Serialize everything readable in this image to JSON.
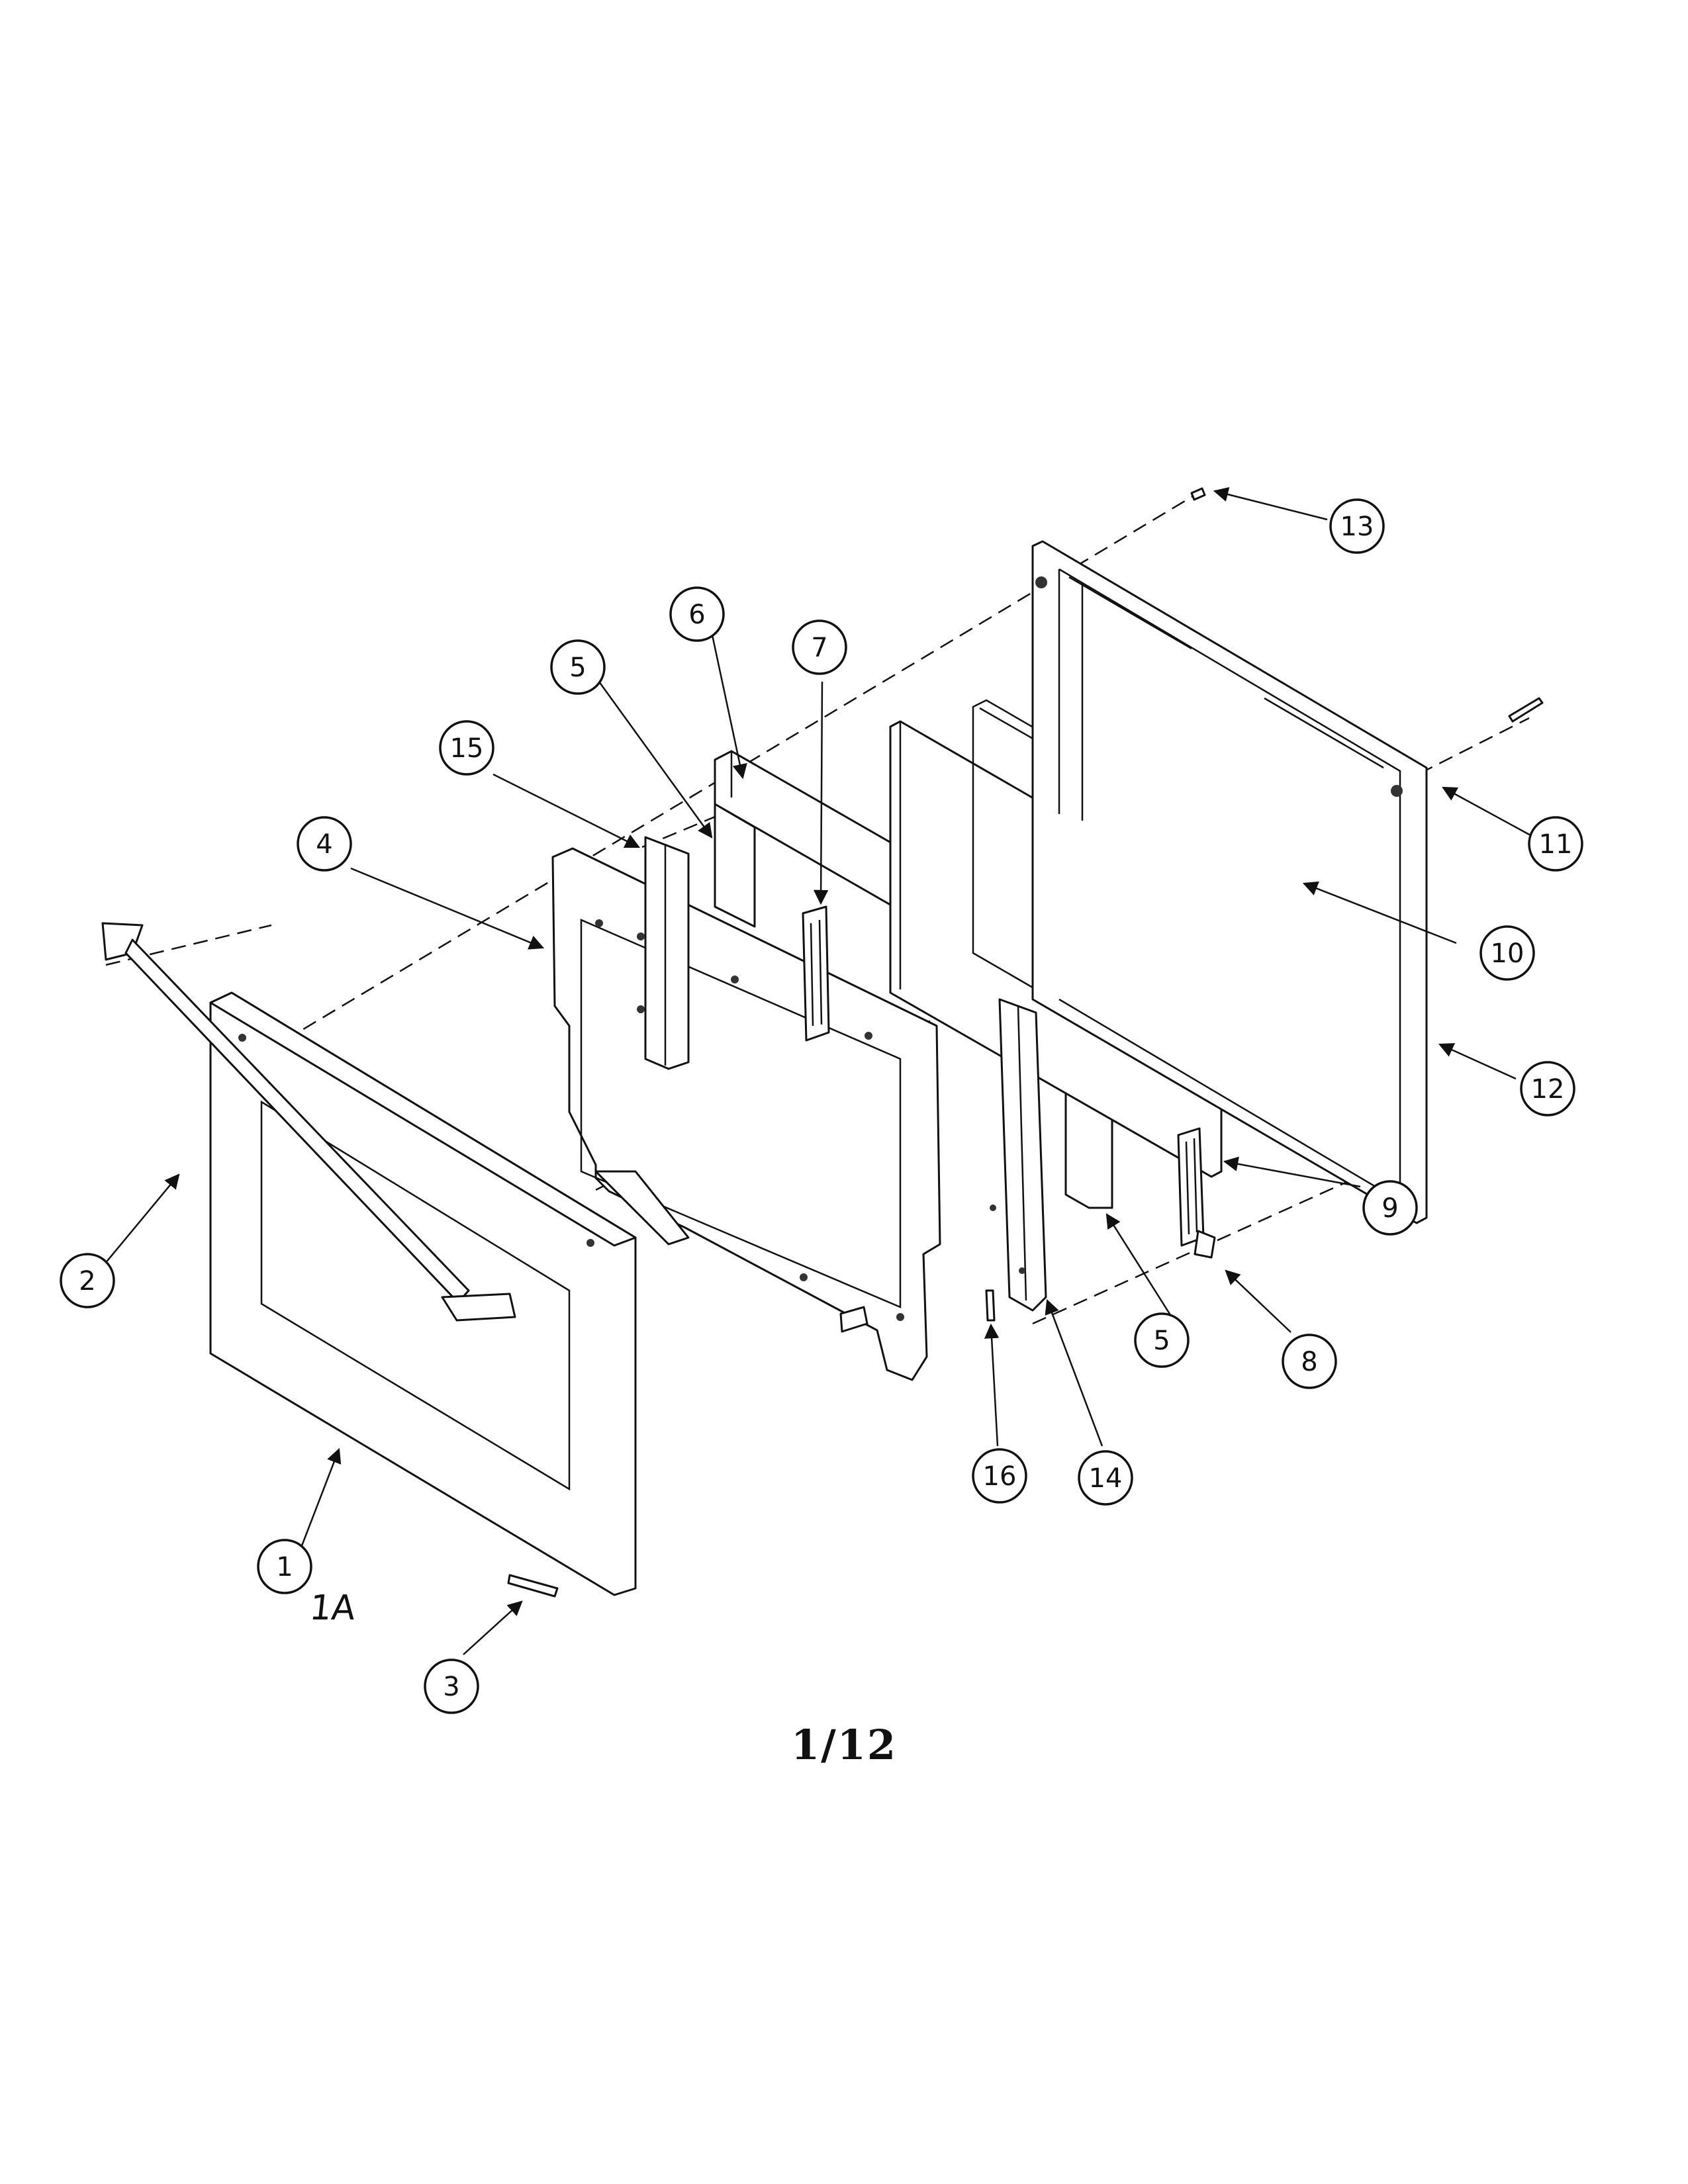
{
  "callouts": [
    {
      "number": "1"
    },
    {
      "number": "2"
    },
    {
      "number": "3"
    },
    {
      "number": "4"
    },
    {
      "number": "5"
    },
    {
      "number": "6"
    },
    {
      "number": "7"
    },
    {
      "number": "5"
    },
    {
      "number": "8"
    },
    {
      "number": "9"
    },
    {
      "number": "10"
    },
    {
      "number": "11"
    },
    {
      "number": "12"
    },
    {
      "number": "13"
    },
    {
      "number": "14"
    },
    {
      "number": "15"
    },
    {
      "number": "16"
    }
  ],
  "variant_label": "1A",
  "sheet_number": "1/12"
}
